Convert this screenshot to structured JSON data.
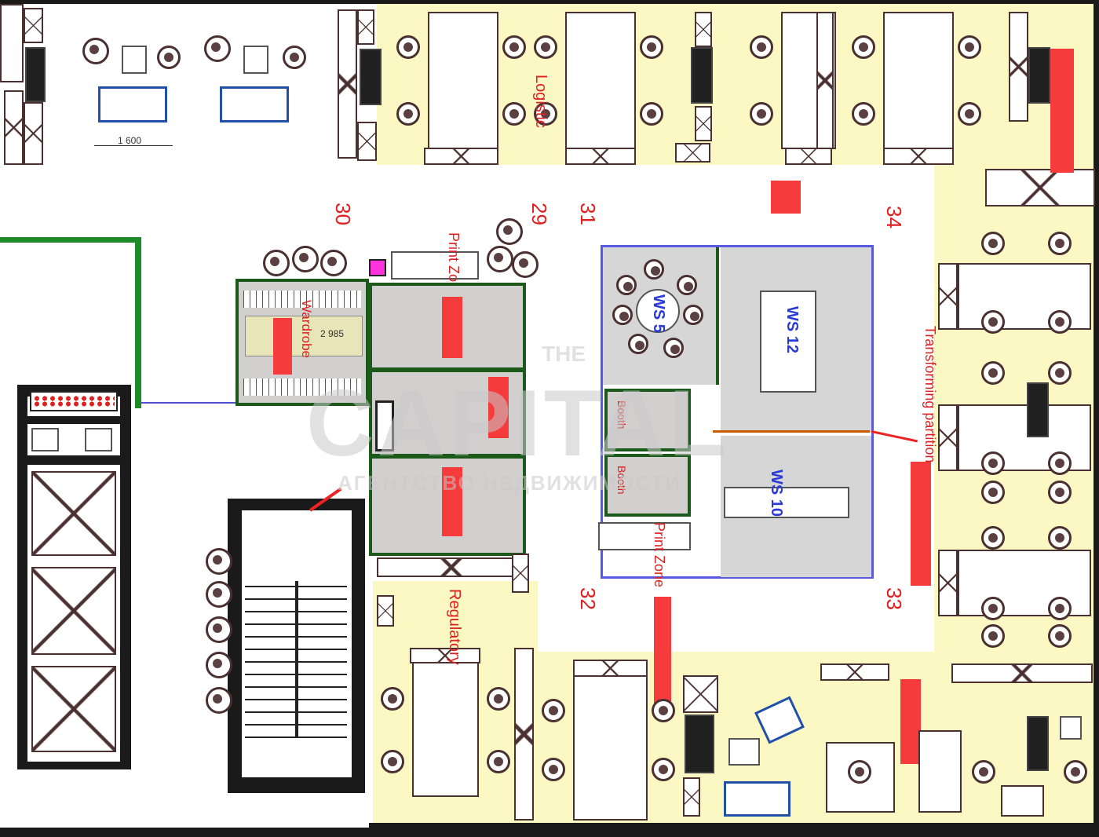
{
  "zones": {
    "logistic": "Logistic",
    "regulatory": "Regulatory",
    "wardrobe": "Wardrobe",
    "print_zone_top": "Print Zone",
    "print_zone_bottom": "Print Zone",
    "transforming_partition": "Transforming partition"
  },
  "rooms": {
    "ws5": "WS 5",
    "ws12": "WS 12",
    "ws10": "WS 10",
    "booth1": "Booth",
    "booth2": "Booth"
  },
  "numbers": {
    "n29": "29",
    "n30": "30",
    "n31": "31",
    "n32": "32",
    "n33": "33",
    "n34": "34"
  },
  "dimensions": {
    "lounge_width": "1 600",
    "wardrobe_width": "2 985"
  },
  "watermark": {
    "top": "THE",
    "main": "CAPITAL",
    "sub": "АГЕНТСТВО НЕДВИЖИМОСТИ"
  },
  "colors": {
    "zone": "#fbf8c4",
    "red_marker": "#f53b3b",
    "room_wall": "#1c5a1c",
    "meeting_outline": "#5a5ae0",
    "label_text": "#e02020"
  }
}
